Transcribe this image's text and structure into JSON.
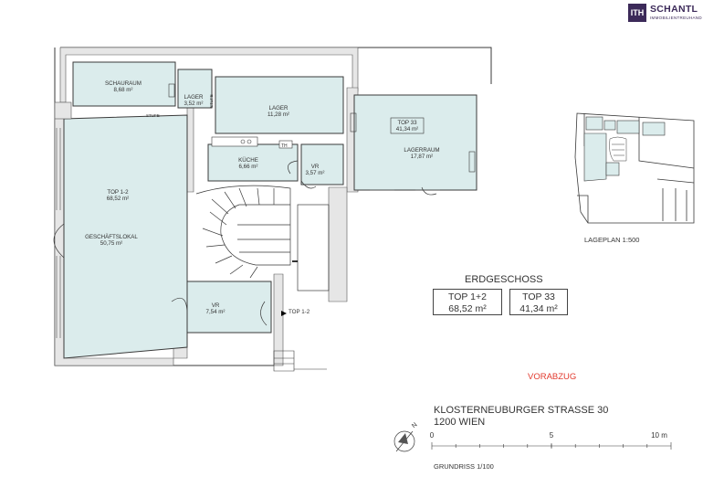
{
  "brand": {
    "logo_text": "ITH",
    "name": "SCHANTL",
    "tagline": "IMMOBILIENTREUHAND"
  },
  "rooms": [
    {
      "id": "schauraum",
      "name": "SCHAURAUM",
      "area": "8,68 m²"
    },
    {
      "id": "lager1",
      "name": "LAGER",
      "area": "3,52 m²"
    },
    {
      "id": "lager2",
      "name": "LAGER",
      "area": "11,28 m²"
    },
    {
      "id": "kueche",
      "name": "KÜCHE",
      "area": "6,66 m²"
    },
    {
      "id": "vr1",
      "name": "VR",
      "area": "3,57 m²"
    },
    {
      "id": "lagerraum",
      "name": "LAGERRAUM",
      "area": "17,87 m²"
    },
    {
      "id": "geschaeftslokal",
      "name": "GESCHÄFTSLOKAL",
      "area": "50,75 m²"
    },
    {
      "id": "vr2",
      "name": "VR",
      "area": "7,54 m²"
    }
  ],
  "unit_labels": {
    "top12_name": "TOP 1-2",
    "top12_area": "68,52 m²",
    "top33_name": "TOP 33",
    "top33_area": "41,34 m²",
    "top12_entrance": "TOP 1-2"
  },
  "plan_marks": {
    "stufe1": "STUFE",
    "stufe2": "STUFE",
    "th": "TH"
  },
  "lageplan": "LAGEPLAN 1:500",
  "floor": "ERDGESCHOSS",
  "summary": [
    {
      "name": "TOP 1+2",
      "area": "68,52 m²"
    },
    {
      "name": "TOP 33",
      "area": "41,34 m²"
    }
  ],
  "draft": "VORABZUG",
  "address_line1": "KLOSTERNEUBURGER STRASSE 30",
  "address_line2": "1200 WIEN",
  "north": "N",
  "scale_ticks": [
    "0",
    "5",
    "10 m"
  ],
  "grundriss": "GRUNDRISS 1/100",
  "colors": {
    "room_fill": "#dbecec",
    "wall": "#3a3a3a",
    "accent": "#e23a2e",
    "brand": "#3c2a59"
  }
}
